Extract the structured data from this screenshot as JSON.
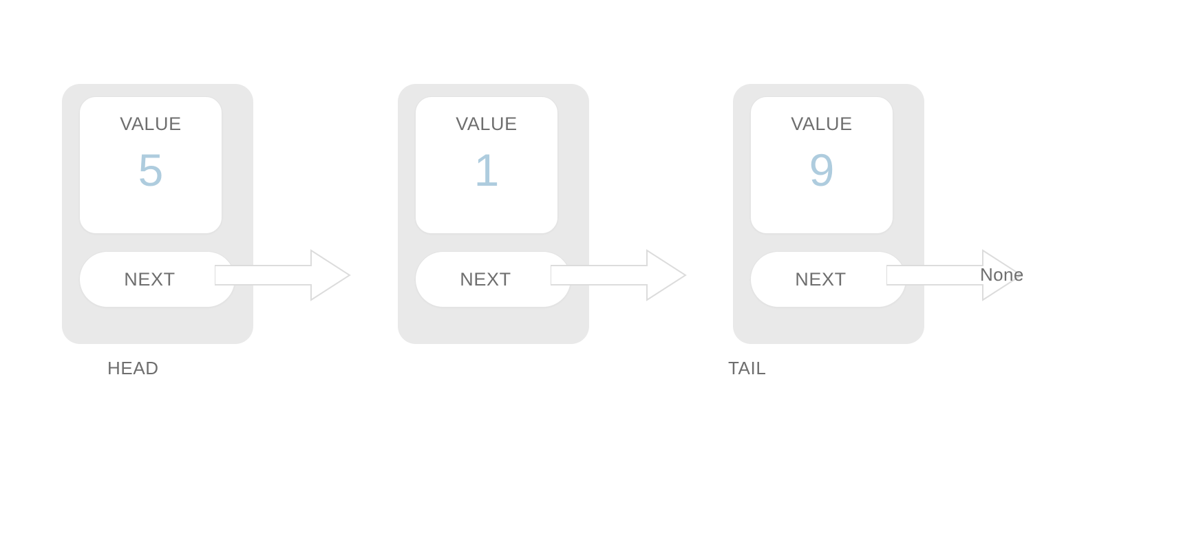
{
  "diagram": {
    "type": "singly-linked-list",
    "background_color": "#ffffff",
    "node_shell_color": "#e9e9e9",
    "card_color": "#ffffff",
    "label_color": "#6e6e6e",
    "value_color": "#aeccde",
    "arrow_stroke_color": "#dcdcdc",
    "value_field_label": "VALUE",
    "next_field_label": "NEXT",
    "nodes": [
      {
        "value": "5",
        "value_label": "VALUE",
        "next_label": "NEXT",
        "caption": "HEAD"
      },
      {
        "value": "1",
        "value_label": "VALUE",
        "next_label": "NEXT",
        "caption": ""
      },
      {
        "value": "9",
        "value_label": "VALUE",
        "next_label": "NEXT",
        "caption": "TAIL"
      }
    ],
    "terminator_label": "None",
    "captions": {
      "head": "HEAD",
      "tail": "TAIL"
    }
  }
}
